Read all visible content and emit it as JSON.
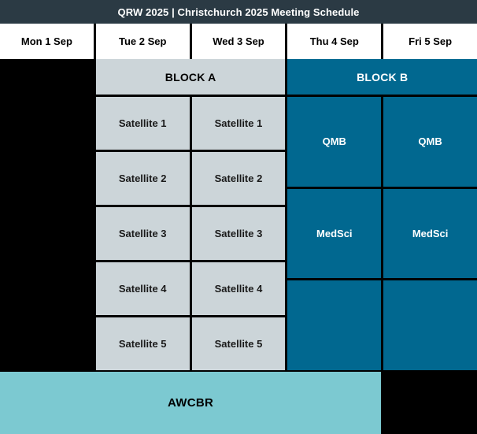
{
  "title_bar": {
    "title": "QRW 2025 | Christchurch 2025 Meeting Schedule"
  },
  "day_headers": [
    "Mon 1 Sep",
    "Tue 2 Sep",
    "Wed 3 Sep",
    "Thu 4 Sep",
    "Fri 5 Sep"
  ],
  "block_a": {
    "label": "BLOCK A",
    "tue": [
      "Satellite 1",
      "Satellite 2",
      "Satellite 3",
      "Satellite 4",
      "Satellite 5"
    ],
    "wed": [
      "Satellite 1",
      "Satellite 2",
      "Satellite 3",
      "Satellite 4",
      "Satellite 5"
    ]
  },
  "block_b": {
    "label": "BLOCK B",
    "thu": [
      "QMB",
      "MedSci",
      ""
    ],
    "fri": [
      "QMB",
      "MedSci",
      ""
    ]
  },
  "footer": {
    "awcbr_label": "AWCBR"
  },
  "colors": {
    "header_bg": "#2b3a44",
    "block_a_bg": "#ccd5d9",
    "block_b_bg": "#016890",
    "awcbr_bg": "#7cc9d1",
    "day_header_bg": "#ffffff",
    "empty_bg": "#000000"
  }
}
